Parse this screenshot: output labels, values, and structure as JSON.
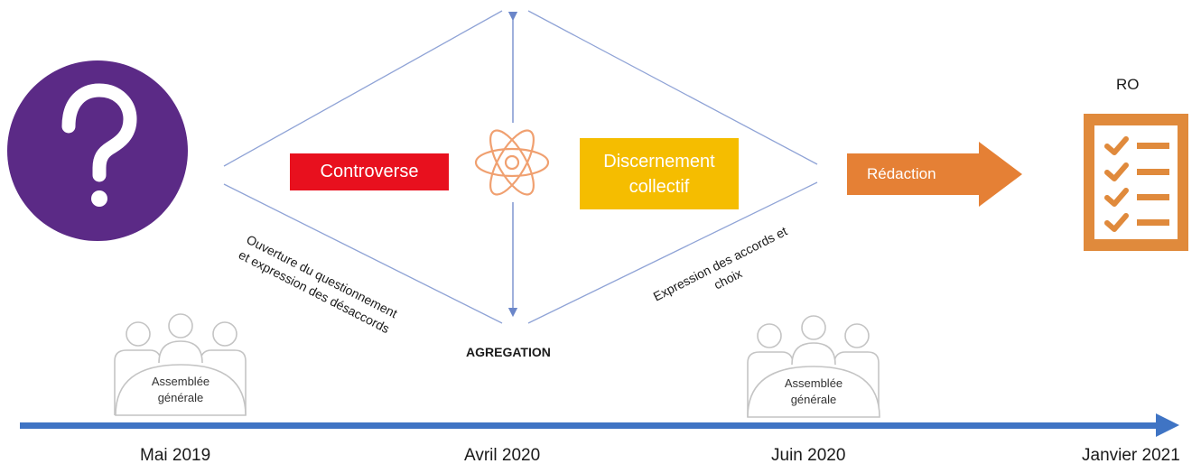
{
  "question_icon": "question-mark-circle-icon",
  "controverse_label": "Controverse",
  "discernement_label": "Discernement\ncollectif",
  "agregation_label": "AGREGATION",
  "redaction_label": "Rédaction",
  "ro_label": "RO",
  "left_diagonal_text": "Ouverture du questionnement\net expression des désaccords",
  "right_diagonal_text": "Expression des accords et\nchoix",
  "assemblies": [
    {
      "label": "Assemblée\ngénérale"
    },
    {
      "label": "Assemblée\ngénérale"
    }
  ],
  "timeline": [
    {
      "label": "Mai 2019"
    },
    {
      "label": "Avril 2020"
    },
    {
      "label": "Juin 2020"
    },
    {
      "label": "Janvier 2021"
    }
  ],
  "colors": {
    "question": "#5b2a86",
    "controverse": "#e8101e",
    "discernement": "#f5bd00",
    "atom": "#f0a070",
    "redaction": "#e58035",
    "checklist": "#e08a3c",
    "diamond": "#8fa3d6",
    "timeline": "#3f74c4"
  }
}
